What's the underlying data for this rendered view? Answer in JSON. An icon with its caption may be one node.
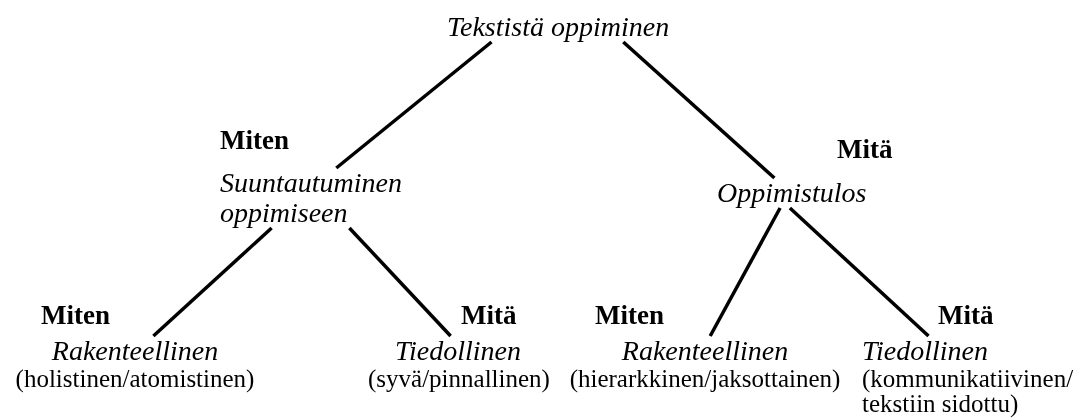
{
  "diagram": {
    "nodes": [
      {
        "text": [
          "Tekstistä oppiminen"
        ]
      },
      {
        "text": [
          "Suuntautuminen oppimiseen"
        ],
        "beside": [
          "Miten"
        ]
      },
      {
        "text": [
          "Oppimistulos"
        ],
        "beside": [
          "Mitä"
        ]
      },
      {
        "text": [
          "Rakenteellinen",
          "(holistinen/atomistinen)"
        ],
        "beside": [
          "Miten"
        ]
      },
      {
        "text": [
          "Tiedollinen",
          "(syvä/pinnallinen)"
        ],
        "beside": [
          "Mitä"
        ]
      },
      {
        "text": [
          "Rakenteellinen",
          "(hierarkkinen/jaksottainen)"
        ],
        "beside": [
          "Miten"
        ]
      },
      {
        "text": [
          "Tiedollinen",
          "(kommunikatiivinen/ tekstiin sidottu)"
        ],
        "beside": [
          "Mitä"
        ]
      }
    ],
    "edges": [
      {
        "from": 0,
        "to": 1,
        "arrow": "none"
      },
      {
        "from": 0,
        "to": 2,
        "arrow": "none"
      },
      {
        "from": 1,
        "to": 3,
        "arrow": "none"
      },
      {
        "from": 1,
        "to": 4,
        "arrow": "none"
      },
      {
        "from": 2,
        "to": 5,
        "arrow": "none"
      },
      {
        "from": 2,
        "to": 6,
        "arrow": "none"
      }
    ]
  }
}
